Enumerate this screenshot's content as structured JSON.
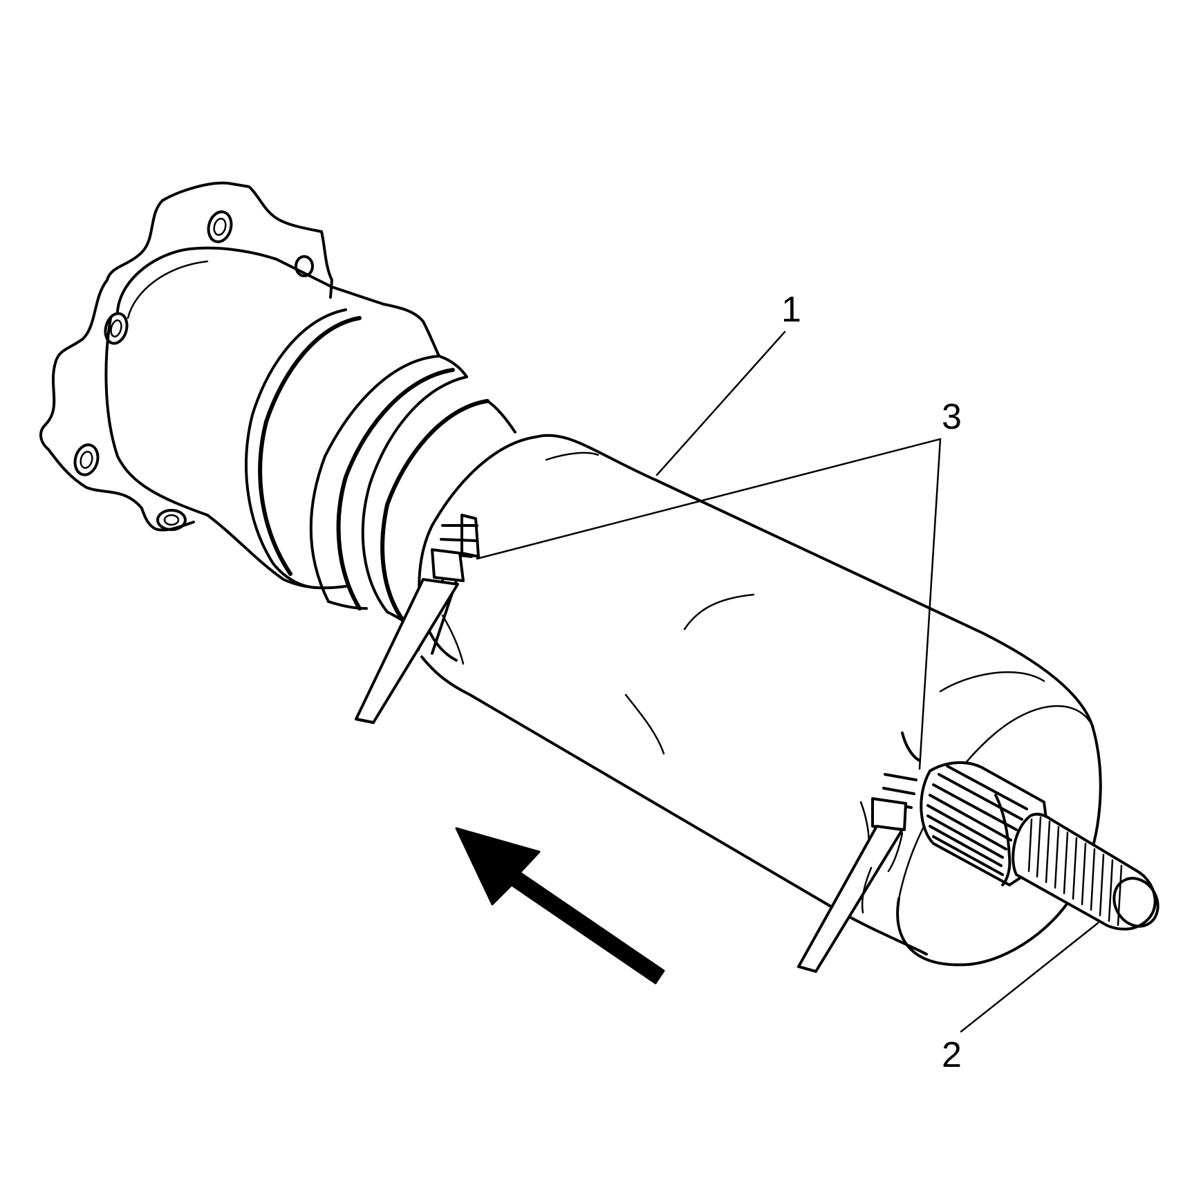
{
  "callouts": [
    {
      "id": "1",
      "label": "1"
    },
    {
      "id": "2",
      "label": "2"
    },
    {
      "id": "3",
      "label": "3"
    }
  ],
  "icons": {
    "direction": "arrow-up-left-icon"
  }
}
